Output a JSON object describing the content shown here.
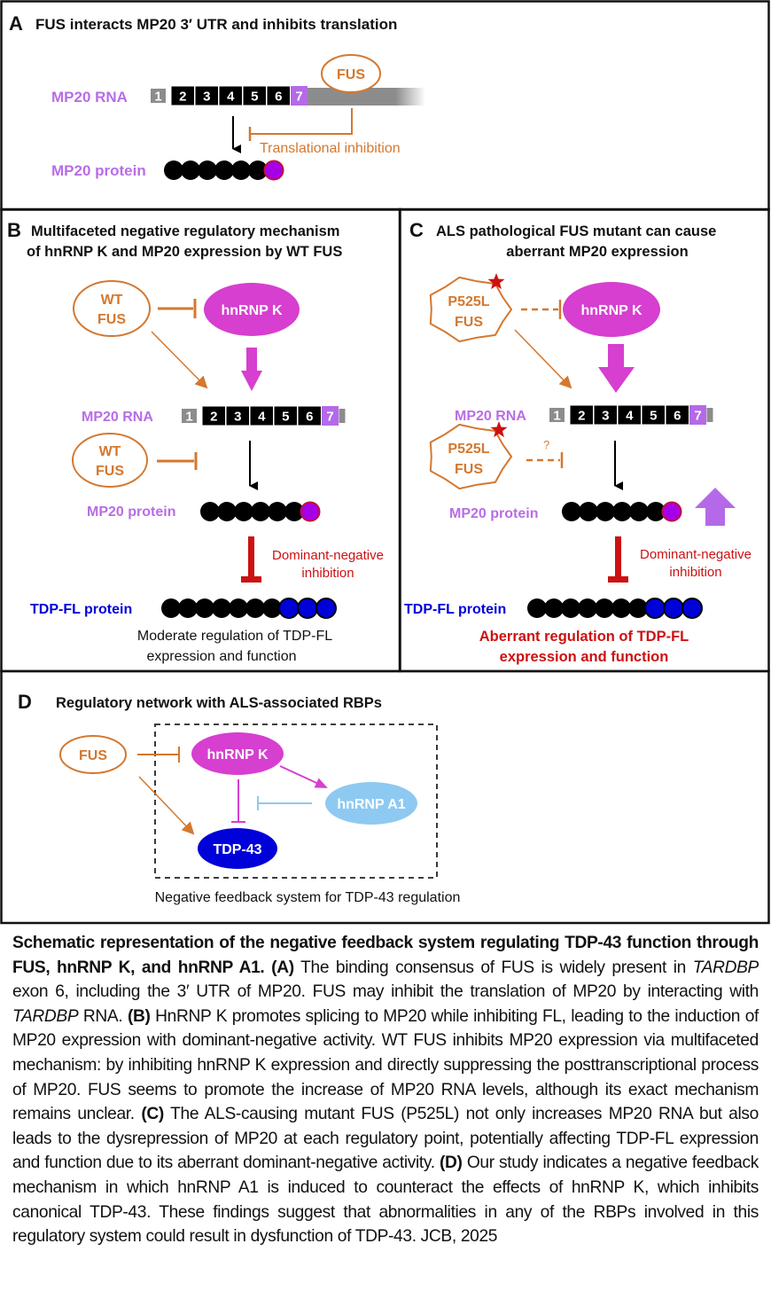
{
  "colors": {
    "orange": "#d4782f",
    "magenta": "#d63fcf",
    "purple_label": "#b86de6",
    "exon_purple": "#b46ae8",
    "red": "#cc1111",
    "blue": "#0000d8",
    "light_blue": "#8ec9f2",
    "gray": "#8c8c8c"
  },
  "panelA": {
    "letter": "A",
    "title": "FUS interacts MP20 3′ UTR and inhibits translation",
    "rna_label": "MP20 RNA",
    "exons": [
      "1",
      "2",
      "3",
      "4",
      "5",
      "6",
      "7"
    ],
    "fus_label": "FUS",
    "inhibition_label": "Translational inhibition",
    "protein_label": "MP20 protein"
  },
  "panelB": {
    "letter": "B",
    "title_line1": "Multifaceted negative regulatory mechanism",
    "title_line2": "of hnRNP K and MP20 expression by WT FUS",
    "fus1_line1": "WT",
    "fus1_line2": "FUS",
    "hnrnpk": "hnRNP K",
    "rna_label": "MP20 RNA",
    "exons": [
      "1",
      "2",
      "3",
      "4",
      "5",
      "6",
      "7"
    ],
    "fus2_line1": "WT",
    "fus2_line2": "FUS",
    "protein_label": "MP20 protein",
    "dn_line1": "Dominant-negative",
    "dn_line2": "inhibition",
    "tdp_label": "TDP-FL protein",
    "outcome_line1": "Moderate regulation of TDP-FL",
    "outcome_line2": "expression and function"
  },
  "panelC": {
    "letter": "C",
    "title_line1": "ALS pathological FUS mutant can cause",
    "title_line2": "aberrant MP20 expression",
    "mut1_line1": "P525L",
    "mut1_line2": "FUS",
    "hnrnpk": "hnRNP K",
    "rna_label": "MP20 RNA",
    "exons": [
      "1",
      "2",
      "3",
      "4",
      "5",
      "6",
      "7"
    ],
    "mut2_line1": "P525L",
    "mut2_line2": "FUS",
    "question": "?",
    "protein_label": "MP20 protein",
    "dn_line1": "Dominant-negative",
    "dn_line2": "inhibition",
    "tdp_label": "TDP-FL protein",
    "outcome_line1": "Aberrant regulation of TDP-FL",
    "outcome_line2": "expression and function"
  },
  "panelD": {
    "letter": "D",
    "title": "Regulatory network with ALS-associated RBPs",
    "fus": "FUS",
    "hnrnpk": "hnRNP K",
    "hnrnpa1": "hnRNP A1",
    "tdp43": "TDP-43",
    "box_caption": "Negative feedback system for TDP-43 regulation"
  },
  "caption": {
    "bold_title": "Schematic representation of the negative feedback system regulating TDP-43 function through FUS, hnRNP K, and hnRNP A1.",
    "a_tag": "(A)",
    "a_text1": " The binding consensus of FUS is widely present in ",
    "a_ital1": "TARDBP",
    "a_text2": " exon 6, including the 3′ UTR of MP20. FUS may inhibit the translation of MP20 by interacting with ",
    "a_ital2": "TARDBP",
    "a_text3": " RNA. ",
    "b_tag": "(B)",
    "b_text": " HnRNP K promotes splicing to MP20 while inhibiting FL, leading to the induction of MP20 expression with dominant-negative activity. WT FUS inhibits MP20 expression via multifaceted mechanism: by inhibiting hnRNP K expression and directly suppressing the posttranscriptional process of MP20. FUS seems to promote the increase of MP20 RNA levels, although its exact mechanism remains unclear. ",
    "c_tag": "(C)",
    "c_text": " The ALS-causing mutant FUS (P525L) not only increases MP20 RNA but also leads to the dysrepression of MP20 at each regulatory point, potentially affecting TDP-FL expression and function due to its aberrant dominant-negative activity. ",
    "d_tag": "(D)",
    "d_text": " Our study indicates a negative feedback mechanism in which hnRNP A1 is induced to counteract the effects of hnRNP K, which inhibits canonical TDP-43. These findings suggest that abnormalities in any of the RBPs involved in this regulatory system could result in dysfunction of TDP-43. JCB, 2025"
  }
}
